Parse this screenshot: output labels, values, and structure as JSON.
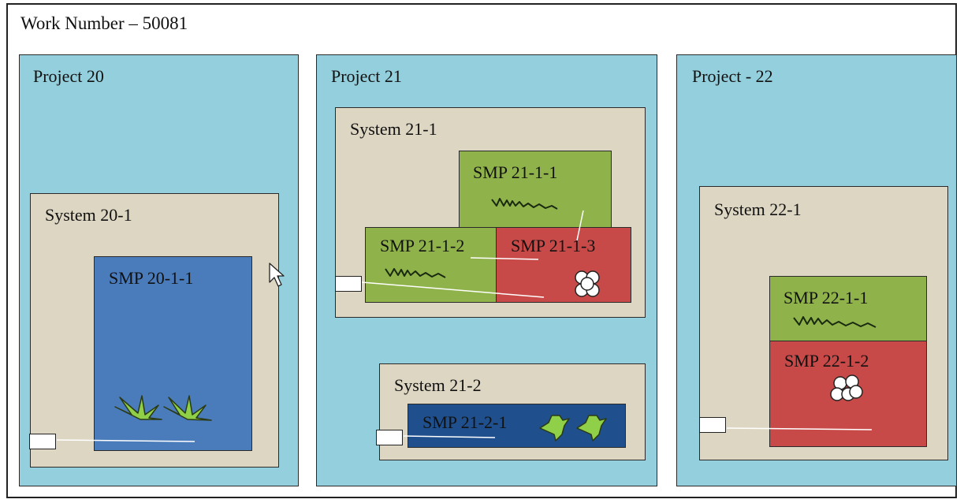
{
  "title": "Work Number – 50081",
  "projects": [
    {
      "label": "Project 20"
    },
    {
      "label": "Project 21"
    },
    {
      "label": "Project - 22"
    }
  ],
  "systems": [
    {
      "label": "System 20-1"
    },
    {
      "label": "System 21-1"
    },
    {
      "label": "System 21-2"
    },
    {
      "label": "System 22-1"
    }
  ],
  "smps": [
    {
      "label": "SMP 20-1-1"
    },
    {
      "label": "SMP 21-1-1"
    },
    {
      "label": "SMP 21-1-2"
    },
    {
      "label": "SMP 21-1-3"
    },
    {
      "label": "SMP 21-2-1"
    },
    {
      "label": "SMP 22-1-1"
    },
    {
      "label": "SMP 22-1-2"
    }
  ],
  "colors": {
    "project": "#93cfdc",
    "system": "#ddd6c2",
    "smp_green": "#8fb24a",
    "smp_red": "#c84a48",
    "smp_blue": "#4a7bbb",
    "smp_navy": "#1f4f8c"
  }
}
